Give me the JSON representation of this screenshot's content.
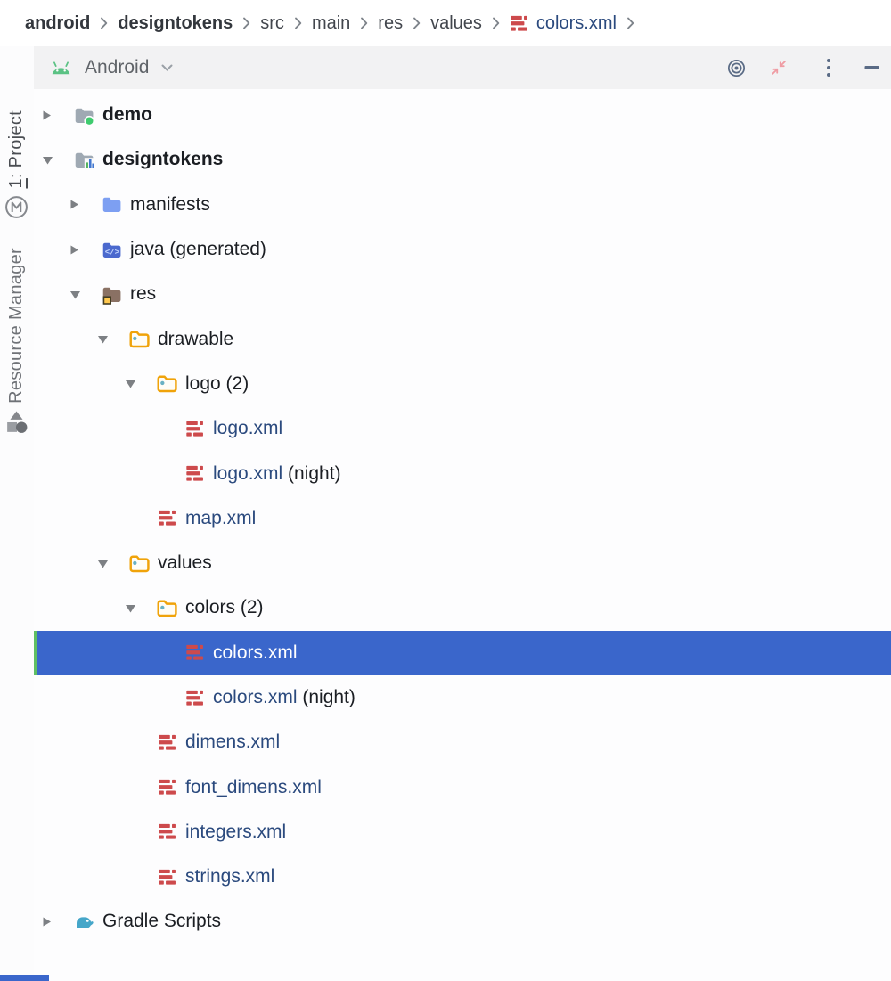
{
  "breadcrumb": {
    "items": [
      {
        "label": "android",
        "bold": true
      },
      {
        "label": "designtokens",
        "bold": true
      },
      {
        "label": "src",
        "bold": false
      },
      {
        "label": "main",
        "bold": false
      },
      {
        "label": "res",
        "bold": false
      },
      {
        "label": "values",
        "bold": false
      },
      {
        "label": "colors.xml",
        "bold": false,
        "file": true,
        "icon": "xml-file-icon"
      }
    ],
    "separator_icon": "chevron-right-icon"
  },
  "toolwindow": {
    "title": "Android",
    "view_icon": "android-head-icon",
    "dropdown_icon": "chevron-down-icon",
    "actions": [
      {
        "name": "locate-file-button",
        "icon": "target-icon"
      },
      {
        "name": "collapse-panel-button",
        "icon": "collapse-arrows-icon"
      },
      {
        "name": "more-options-button",
        "icon": "kebab-menu-icon"
      },
      {
        "name": "hide-panel-button",
        "icon": "minimize-icon"
      }
    ]
  },
  "stripe": {
    "project": {
      "mnemonic": "1",
      "rest": ": Project",
      "icon": "circled-m-icon"
    },
    "resource_manager": {
      "label": "Resource Manager",
      "icon": "resource-manager-icon"
    }
  },
  "tree": {
    "rows": [
      {
        "label": "demo",
        "level": 0,
        "arrow": "collapsed",
        "icon": "android-app-module-icon",
        "bold": true
      },
      {
        "label": "designtokens",
        "level": 0,
        "arrow": "expanded",
        "icon": "android-library-module-icon",
        "bold": true
      },
      {
        "label": "manifests",
        "level": 1,
        "arrow": "collapsed",
        "icon": "manifests-folder-icon"
      },
      {
        "label": "java (generated)",
        "level": 1,
        "arrow": "collapsed",
        "icon": "java-folder-icon"
      },
      {
        "label": "res",
        "level": 1,
        "arrow": "expanded",
        "icon": "res-folder-icon"
      },
      {
        "label": "drawable",
        "level": 2,
        "arrow": "expanded",
        "icon": "resource-folder-icon"
      },
      {
        "label": "logo (2)",
        "level": 3,
        "arrow": "expanded",
        "icon": "resource-folder-icon"
      },
      {
        "label": "logo.xml",
        "level": 4,
        "arrow": "none",
        "icon": "xml-file-icon",
        "style": "xml"
      },
      {
        "label": "logo.xml",
        "suffix": " (night)",
        "level": 4,
        "arrow": "none",
        "icon": "xml-file-icon",
        "style": "xml"
      },
      {
        "label": "map.xml",
        "level": 3,
        "arrow": "none",
        "icon": "xml-file-icon",
        "style": "xml"
      },
      {
        "label": "values",
        "level": 2,
        "arrow": "expanded",
        "icon": "resource-folder-icon"
      },
      {
        "label": "colors (2)",
        "level": 3,
        "arrow": "expanded",
        "icon": "resource-folder-icon"
      },
      {
        "label": "colors.xml",
        "level": 4,
        "arrow": "none",
        "icon": "xml-file-icon",
        "style": "xml",
        "selected": true
      },
      {
        "label": "colors.xml",
        "suffix": " (night)",
        "level": 4,
        "arrow": "none",
        "icon": "xml-file-icon",
        "style": "xml"
      },
      {
        "label": "dimens.xml",
        "level": 3,
        "arrow": "none",
        "icon": "xml-file-icon",
        "style": "xml"
      },
      {
        "label": "font_dimens.xml",
        "level": 3,
        "arrow": "none",
        "icon": "xml-file-icon",
        "style": "xml"
      },
      {
        "label": "integers.xml",
        "level": 3,
        "arrow": "none",
        "icon": "xml-file-icon",
        "style": "xml"
      },
      {
        "label": "strings.xml",
        "level": 3,
        "arrow": "none",
        "icon": "xml-file-icon",
        "style": "xml"
      },
      {
        "label": "Gradle Scripts",
        "level": 0,
        "arrow": "collapsed",
        "icon": "gradle-icon"
      }
    ]
  },
  "colors": {
    "selection_blue": "#3a66cb",
    "selection_bar_green": "#5fbf63",
    "xml_text_navy": "#2b4a7e",
    "xml_icon_red": "#cd4a4c",
    "resource_folder_amber": "#f0a30a",
    "android_green": "#5bc284",
    "header_background": "#f2f2f3",
    "collapse_icon_pink": "#ef9ca3",
    "header_icon_slate": "#5a6b85"
  }
}
